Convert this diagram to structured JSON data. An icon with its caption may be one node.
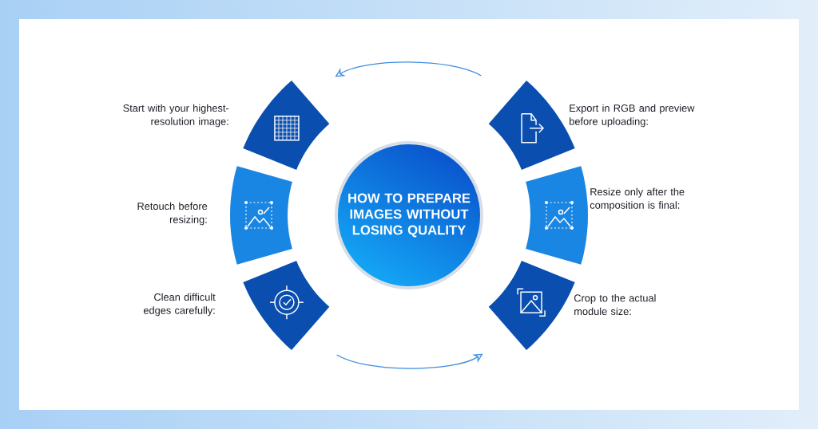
{
  "diagram": {
    "nodes": [
      {
        "text": [
          "HOW TO PREPARE IMAGES WITHOUT LOSING QUALITY"
        ]
      },
      {
        "text": [],
        "shape": "segment",
        "beside": [
          "Start with your highest-resolution image:"
        ]
      },
      {
        "text": [],
        "shape": "segment",
        "beside": [
          "Retouch before resizing:"
        ]
      },
      {
        "text": [],
        "shape": "segment",
        "beside": [
          "Clean difficult edges carefully:"
        ]
      },
      {
        "text": [],
        "shape": "segment",
        "beside": [
          "Export in RGB and preview before uploading:"
        ]
      },
      {
        "text": [],
        "shape": "segment",
        "beside": [
          "Resize only after the composition is final:"
        ]
      },
      {
        "text": [],
        "shape": "segment",
        "beside": [
          "Crop to the actual module size:"
        ]
      }
    ],
    "edges": [
      {
        "from": 4,
        "to": 1,
        "arrow": "to"
      },
      {
        "from": 3,
        "to": 6,
        "arrow": "to"
      }
    ]
  }
}
